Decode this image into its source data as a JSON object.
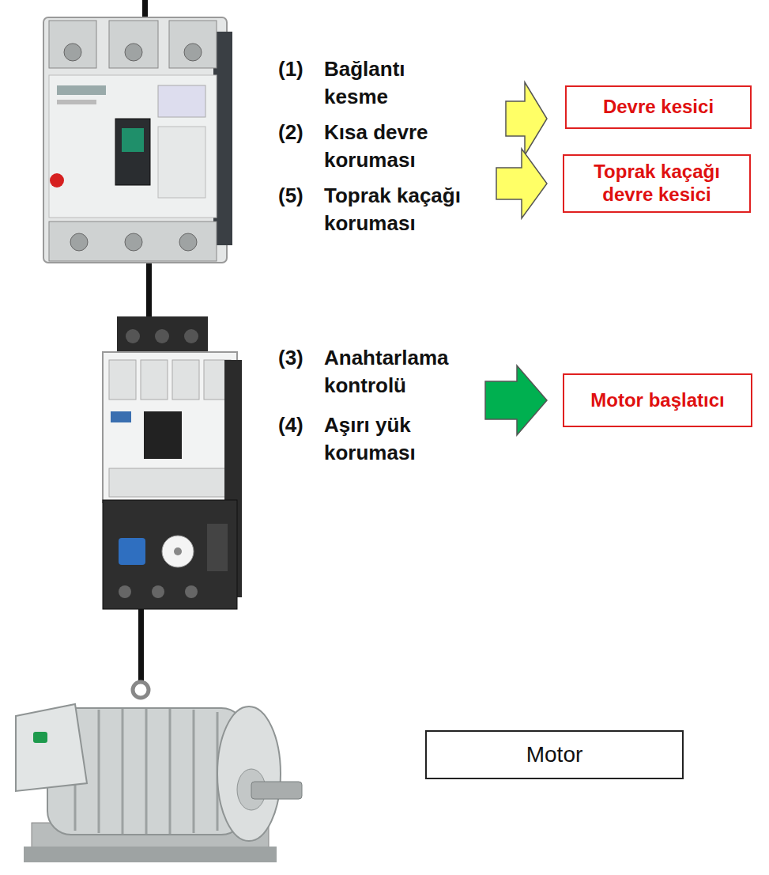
{
  "diagram": {
    "nodes": [
      {
        "text": [
          "Devre kesici"
        ]
      },
      {
        "text": [
          "Toprak kaçağı devre kesici"
        ]
      },
      {
        "text": [
          "Motor başlatıcı"
        ]
      },
      {
        "text": [
          "Motor"
        ]
      }
    ],
    "labels": [
      "(1)",
      "Bağlantı kesme",
      "(2)",
      "Kısa devre koruması",
      "(5)",
      "Toprak kaçağı koruması",
      "(3)",
      "Anahtarlama kontrolü",
      "(4)",
      "Aşırı yük koruması"
    ]
  }
}
